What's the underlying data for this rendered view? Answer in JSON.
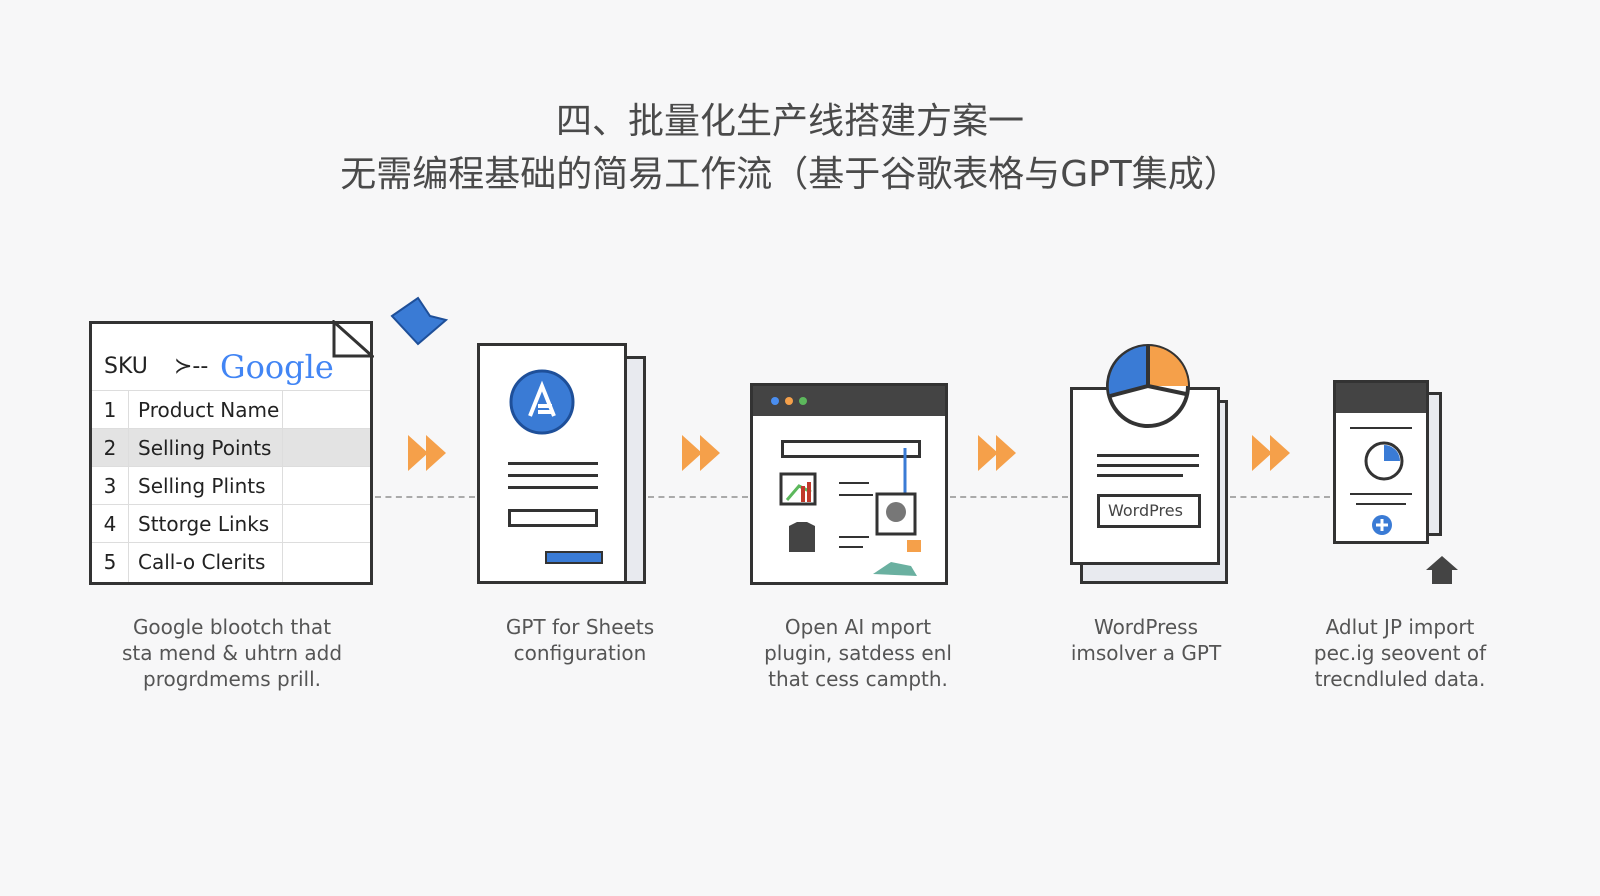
{
  "title": {
    "line1": "四、批量化生产线搭建方案一",
    "line2": "无需编程基础的简易工作流（基于谷歌表格与GPT集成）"
  },
  "sheet": {
    "header": "SKU",
    "connector": "≻--",
    "brand": "Google",
    "rows": [
      {
        "n": "1",
        "label": "Product Name"
      },
      {
        "n": "2",
        "label": "Selling Points"
      },
      {
        "n": "3",
        "label": "Selling Plints"
      },
      {
        "n": "4",
        "label": "Sttorge Links"
      },
      {
        "n": "5",
        "label": "Call-o Clerits"
      }
    ]
  },
  "wordpress_button": "WordPres",
  "steps": [
    {
      "caption": [
        "Google blootch that",
        "sta mend & uhtrn add",
        "progrdmems prill."
      ]
    },
    {
      "caption": [
        "GPT for Sheets",
        "configuration"
      ]
    },
    {
      "caption": [
        "Open AI mport",
        "plugin, satdess enl",
        "that cess campth."
      ]
    },
    {
      "caption": [
        "WordPress",
        "imsolver a GPT"
      ]
    },
    {
      "caption": [
        "Adlut JP import",
        "pec.ig seovent of",
        "trecndluled data."
      ]
    }
  ],
  "colors": {
    "accent_orange": "#f5a04a",
    "blue": "#3a7bd5",
    "dark": "#333333",
    "green": "#5cb85c"
  }
}
